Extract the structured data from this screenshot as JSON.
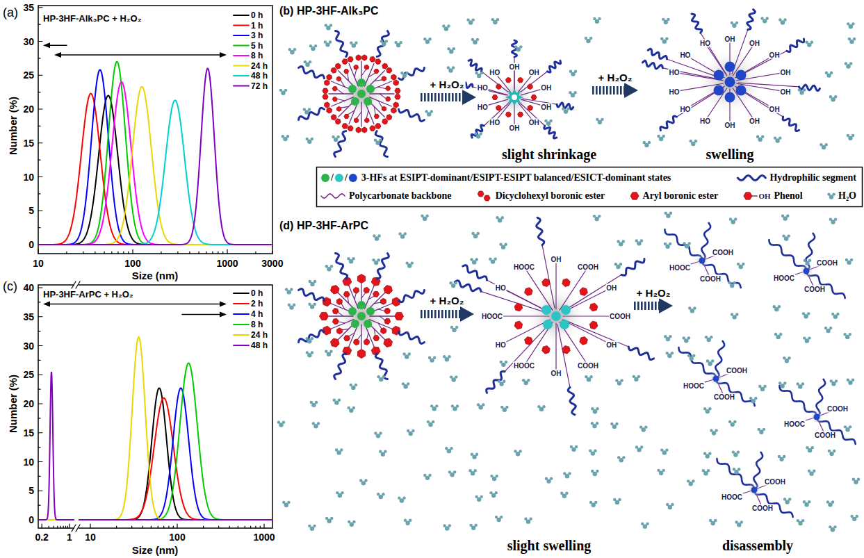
{
  "diagram": {
    "labels": [
      "(a)",
      "HP-3HF-Alk₃PC + H₂O₂",
      "0",
      "5",
      "10",
      "15",
      "20",
      "25",
      "30",
      "35",
      "10",
      "100",
      "1000",
      "3000",
      "Number (%)",
      "Size (nm)",
      "(b) HP-3HF-Alk₃PC",
      "+ H₂O₂",
      "OH",
      "OH",
      "OH",
      "OH",
      "OH",
      "OH",
      "HO",
      "HO",
      "HO",
      "HO",
      "+ H₂O₂",
      "OH",
      "OH",
      "OH",
      "OH",
      "OH",
      "OH",
      "OH",
      "OH",
      "HO",
      "HO",
      "HO",
      "HO",
      "HO",
      "HO",
      "slight shrinkage",
      "swelling",
      "/",
      "/",
      "OH",
      "(c)",
      "HP-3HF-ArPC + H₂O₂",
      "0",
      "5",
      "10",
      "15",
      "20",
      "25",
      "30",
      "35",
      "40",
      "0.2",
      "1",
      "10",
      "100",
      "1000",
      "Number (%)",
      "Size (nm)",
      "(d) HP-3HF-ArPC",
      "+ H₂O₂",
      "OH",
      "COOH",
      "OH",
      "COOH",
      "OH",
      "COOH",
      "OH",
      "HOOC",
      "HO",
      "HOOC",
      "HO",
      "HOOC",
      "+ H₂O₂",
      "COOH",
      "HOOC",
      "COOH",
      "COOH",
      "HOOC",
      "COOH",
      "COOH",
      "HOOC",
      "COOH",
      "COOH",
      "HOOC",
      "COOH",
      "COOH",
      "HOOC",
      "COOH",
      "slight swelling",
      "disassembly"
    ],
    "legend": [
      {
        "text": "0 h"
      },
      {
        "text": "1 h"
      },
      {
        "text": "3 h"
      },
      {
        "text": "5 h"
      },
      {
        "text": "8 h"
      },
      {
        "text": "24 h"
      },
      {
        "text": "48 h"
      },
      {
        "text": "72 h"
      },
      {
        "text": "3-HFs at ESIPT-dominant/ESIPT-ESIPT balanced/ESICT-dominant states"
      },
      {
        "text": "Hydrophilic segment"
      },
      {
        "text": "Polycarbonate backbone"
      },
      {
        "text": "Dicyclohexyl boronic ester"
      },
      {
        "text": "Aryl boronic ester"
      },
      {
        "text": "Phenol"
      },
      {
        "text": "H₂O"
      },
      {
        "text": "0 h"
      },
      {
        "text": "2 h"
      },
      {
        "text": "4 h"
      },
      {
        "text": "8 h"
      },
      {
        "text": "24 h"
      },
      {
        "text": "48 h"
      }
    ]
  }
}
